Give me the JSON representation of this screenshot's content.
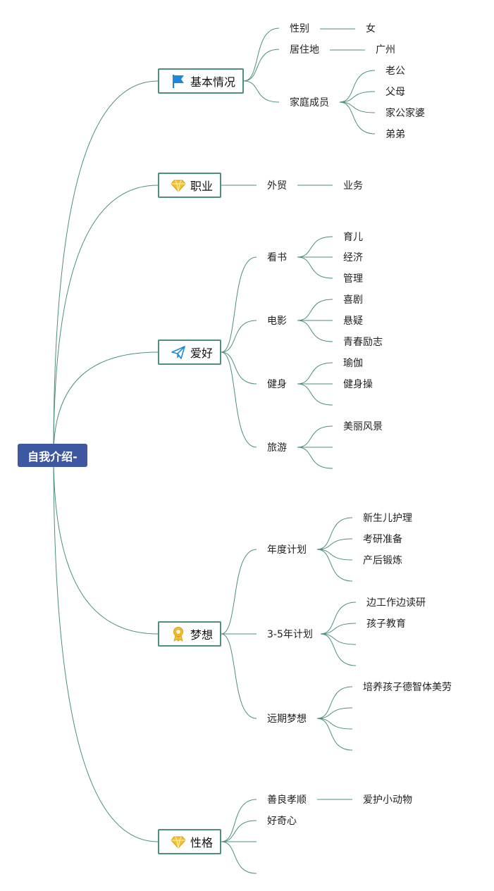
{
  "root": {
    "label": "自我介绍-"
  },
  "branches": [
    {
      "label": "基本情况",
      "icon": "flag-icon"
    },
    {
      "label": "职业",
      "icon": "diamond-icon"
    },
    {
      "label": "爱好",
      "icon": "paper-plane-icon"
    },
    {
      "label": "梦想",
      "icon": "award-medal-icon"
    },
    {
      "label": "性格",
      "icon": "diamond-icon"
    }
  ],
  "basic": {
    "gender": "性别",
    "gender_value": "女",
    "residence": "居住地",
    "residence_value": "广州",
    "family": "家庭成员",
    "family_members": [
      "老公",
      "父母",
      "家公家婆",
      "弟弟"
    ]
  },
  "career": {
    "field": "外贸",
    "role": "业务"
  },
  "hobbies": {
    "reading": "看书",
    "reading_items": [
      "育儿",
      "经济",
      "管理"
    ],
    "movies": "电影",
    "movie_items": [
      "喜剧",
      "悬疑",
      "青春励志"
    ],
    "fitness": "健身",
    "fitness_items": [
      "瑜伽",
      "健身操"
    ],
    "travel": "旅游",
    "travel_items": [
      "美丽风景"
    ]
  },
  "dreams": {
    "annual": "年度计划",
    "annual_items": [
      "新生儿护理",
      "考研准备",
      "产后锻炼"
    ],
    "midterm": "3-5年计划",
    "midterm_items": [
      "边工作边读研",
      "孩子教育"
    ],
    "longterm": "远期梦想",
    "longterm_items": [
      "培养孩子德智体美劳"
    ]
  },
  "personality": {
    "kind": "善良孝顺",
    "kind_value": "爱护小动物",
    "curious": "好奇心"
  },
  "colors": {
    "line": "#4e8f7c",
    "root_bg": "#3d57a0",
    "flag": "#1e88d8",
    "gold": "#f2c230"
  }
}
